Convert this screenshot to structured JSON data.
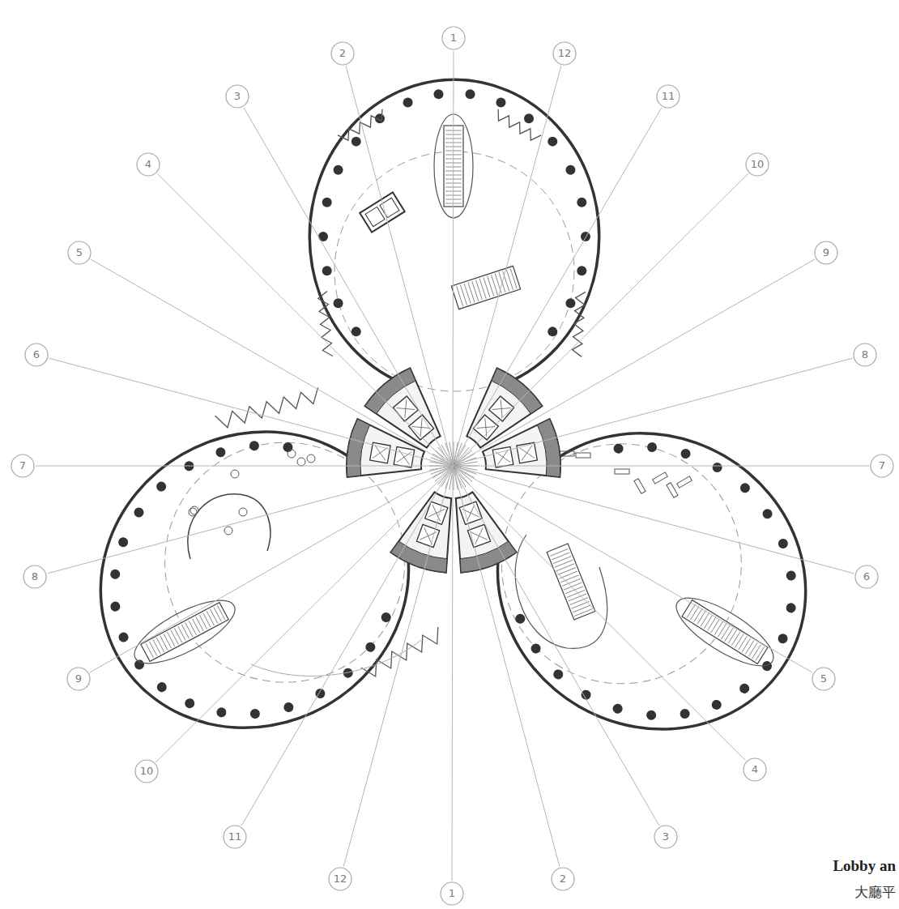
{
  "diagram": {
    "labels": [
      "1",
      "2",
      "12",
      "3",
      "11",
      "4",
      "10",
      "5",
      "9",
      "6",
      "8",
      "7",
      "7",
      "8",
      "6",
      "9",
      "5",
      "10",
      "4",
      "11",
      "3",
      "12",
      "2",
      "1",
      "Lobby an",
      "大廳平"
    ]
  }
}
